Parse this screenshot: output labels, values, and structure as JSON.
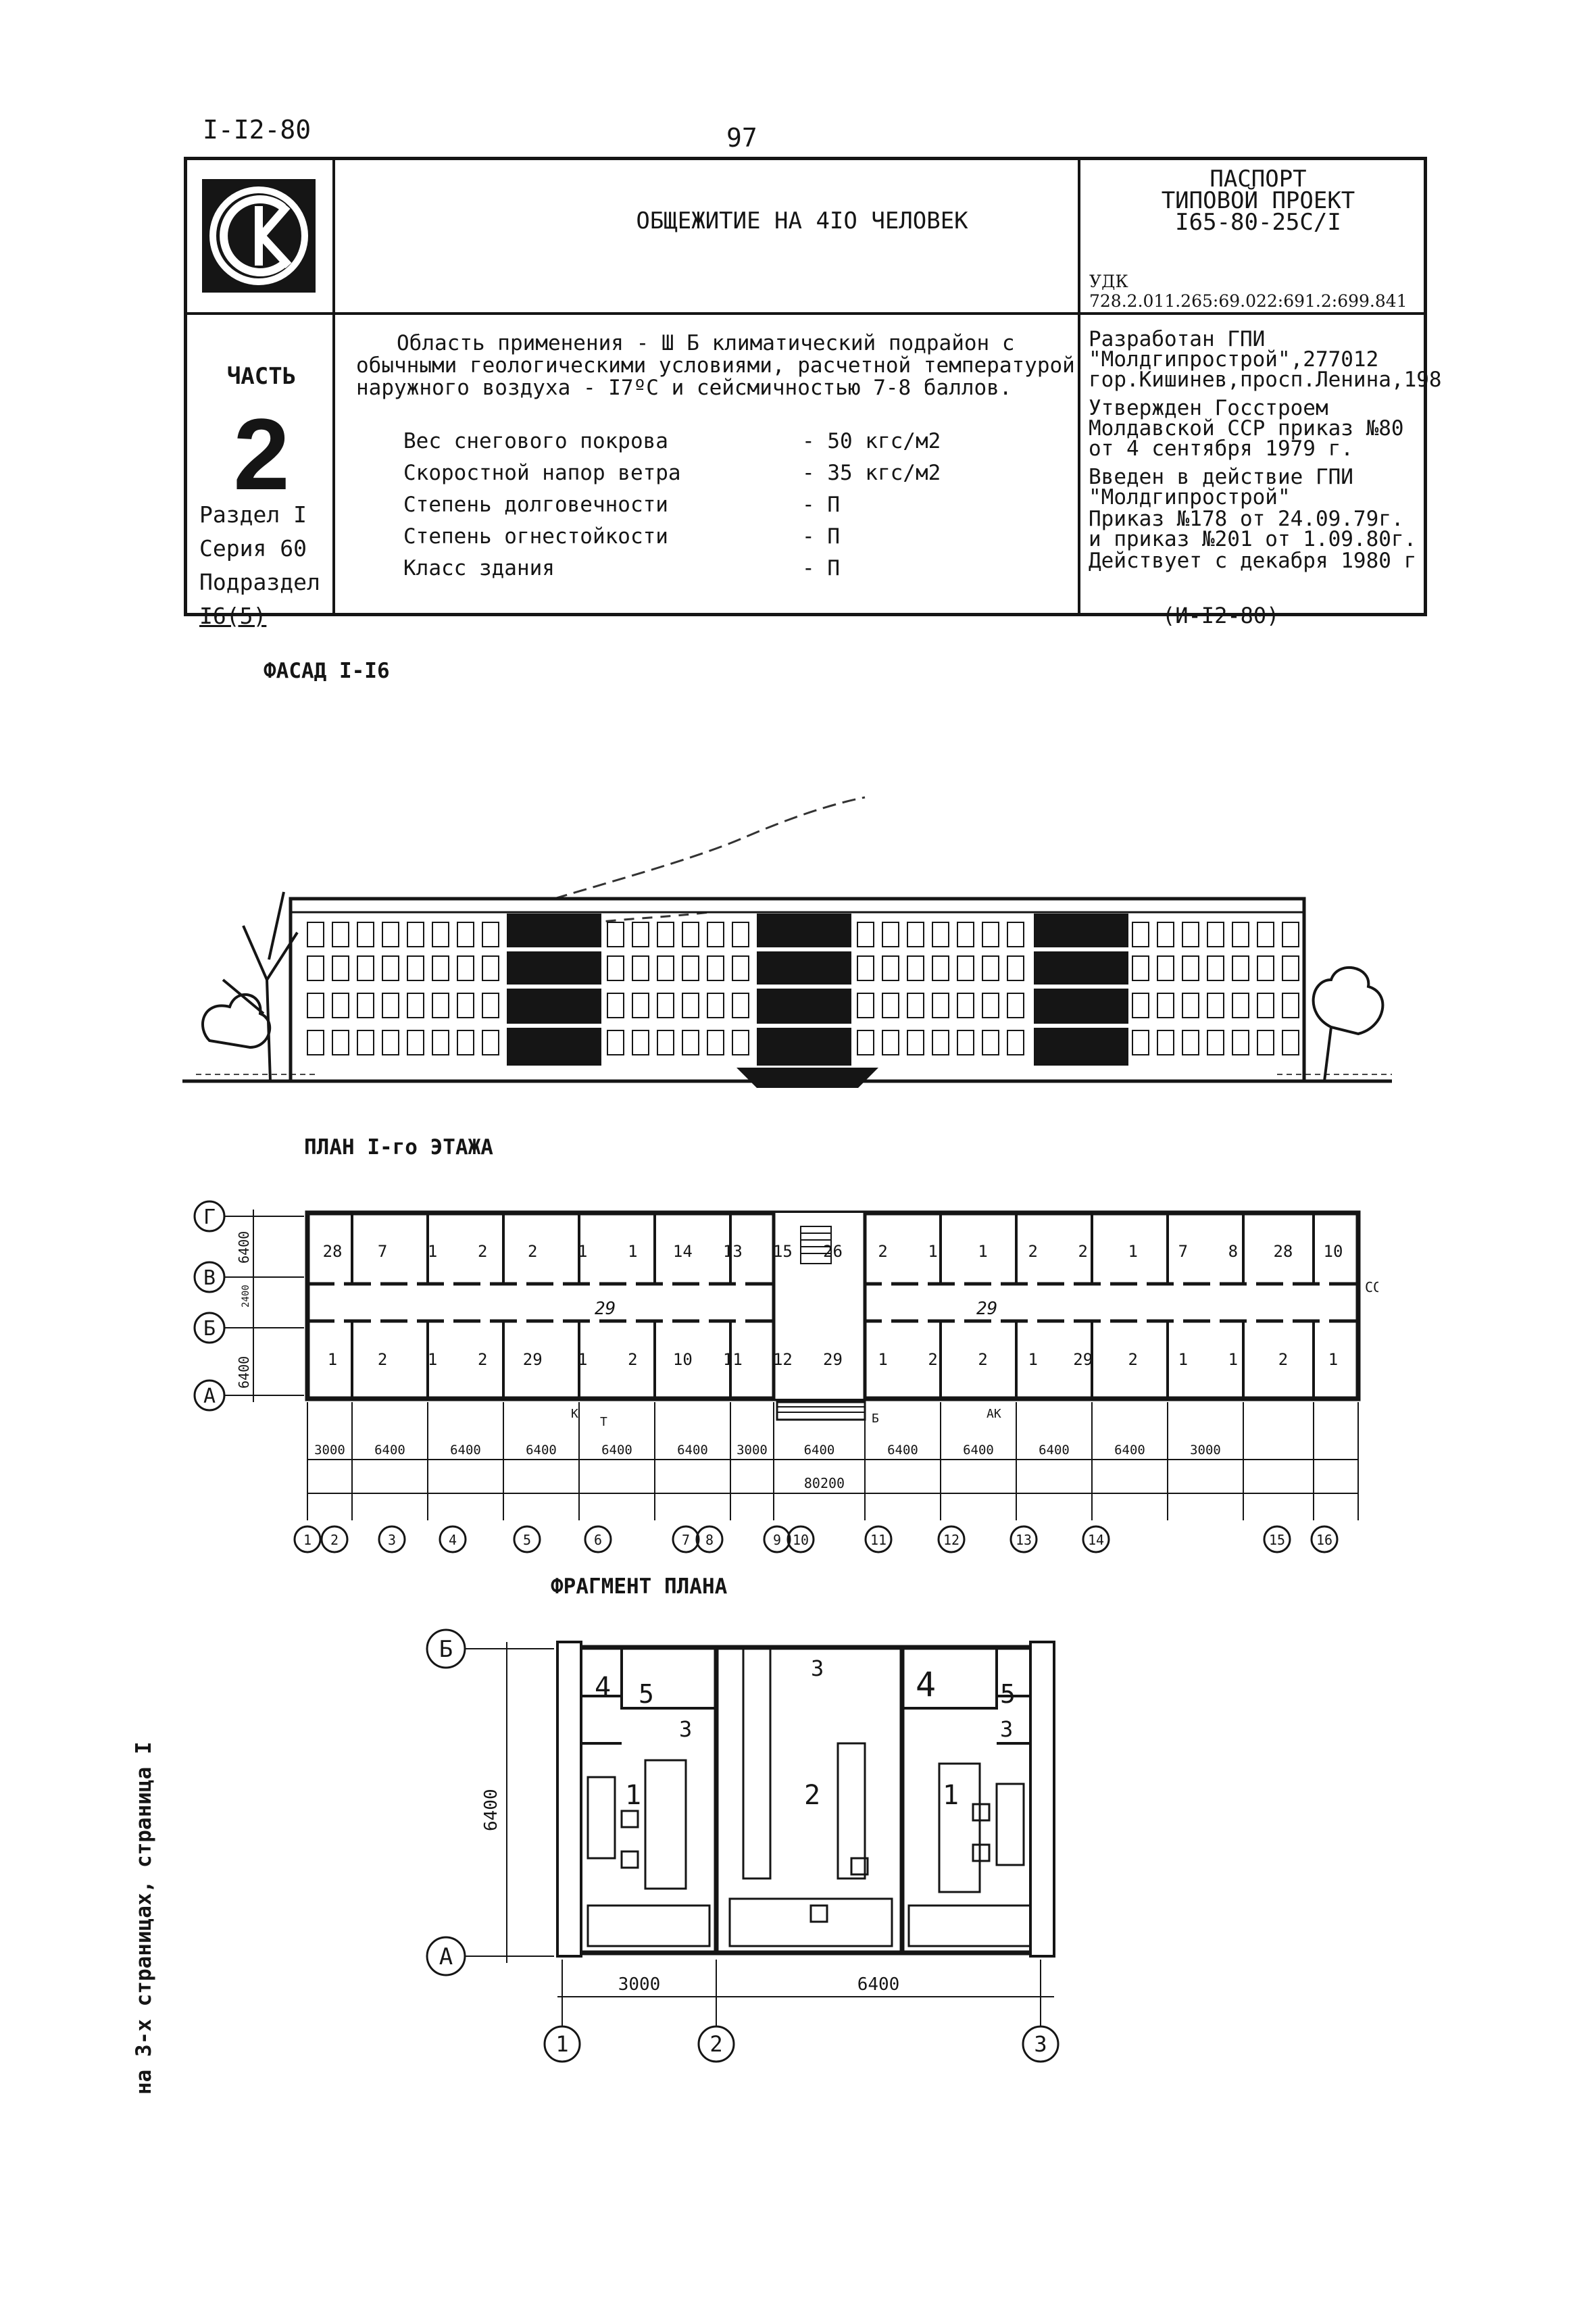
{
  "header": {
    "doc_code": "I-I2-80",
    "page_number": "97"
  },
  "passport": {
    "title": "ОБЩЕЖИТИЕ НА 4IO ЧЕЛОВЕК",
    "heading_lines": [
      "ПАСПОРТ",
      "ТИПОВОЙ ПРОЕКТ",
      "I65-80-25С/I"
    ],
    "udk": "УДК 728.2.011.265:69.022:691.2:699.841",
    "logo_text": "СК",
    "part_label": "ЧАСТЬ",
    "part_number": "2",
    "section_lines": [
      "Раздел I",
      "Серия 60",
      "Подраздел",
      "I6(5)"
    ],
    "application": "Область применения - Ш Б климатический подрайон с обычными геологическими условиями, расчетной температурой наружного воздуха - I7ºС и сейсмичностью 7-8 баллов.",
    "params": [
      {
        "name": "Вес снегового покрова",
        "value": "- 50 кгс/м2"
      },
      {
        "name": "Скоростной напор ветра",
        "value": "- 35 кгс/м2"
      },
      {
        "name": "Степень долговечности",
        "value": "- П"
      },
      {
        "name": "Степень огнестойкости",
        "value": "- П"
      },
      {
        "name": "Класс здания",
        "value": "- П"
      }
    ],
    "developed": "Разработан ГПИ \"Молдгипрострой\",277012 гор.Кишинев,просп.Ленина,198",
    "approved": "Утвержден Госстроем Молдавской ССР приказ №80 от 4 сентября 1979 г.",
    "introduced": "Введен в действие ГПИ \"Молдгипрострой\"",
    "orders": "Приказ №178 от 24.09.79г. и приказ №201 от 1.09.80г.",
    "effective": "Действует с декабря 1980 г",
    "code": "(И-I2-80)"
  },
  "facade": {
    "title": "ФАСАД I-I6"
  },
  "plan": {
    "title": "ПЛАН I-го ЭТАЖА",
    "row_axes": [
      "Г",
      "В",
      "Б",
      "А"
    ],
    "row_dims": [
      "6400",
      "2400",
      "6400"
    ],
    "col_axes": [
      "1",
      "2",
      "3",
      "4",
      "5",
      "6",
      "7",
      "8",
      "9",
      "10",
      "11",
      "12",
      "13",
      "14",
      "15",
      "16"
    ],
    "col_dims": [
      "3000",
      "6400",
      "6400",
      "6400",
      "6400",
      "6400",
      "3000",
      "6400",
      "6400",
      "6400",
      "6400",
      "6400",
      "3000"
    ],
    "total": "80200",
    "rooms_top": [
      "28",
      "7",
      "1",
      "2",
      "2",
      "1",
      "1",
      "14",
      "13",
      "15",
      "26",
      "2",
      "1",
      "1",
      "2",
      "2",
      "1",
      "7",
      "8",
      "28",
      "10"
    ],
    "rooms_bottom": [
      "1",
      "2",
      "1",
      "2",
      "29",
      "1",
      "2",
      "10",
      "11",
      "12",
      "29",
      "1",
      "2",
      "2",
      "1",
      "29",
      "2",
      "1",
      "1",
      "2",
      "1"
    ],
    "corridor": "29",
    "marks": [
      "СС",
      "К",
      "Т",
      "Б",
      "АК"
    ]
  },
  "fragment": {
    "title": "ФРАГМЕНТ ПЛАНА",
    "row_axes": [
      "Б",
      "А"
    ],
    "col_axes": [
      "1",
      "2",
      "3"
    ],
    "height_dim": "6400",
    "col_dims": [
      "3000",
      "6400"
    ],
    "rooms": [
      "4",
      "5",
      "3",
      "1",
      "2",
      "3",
      "4",
      "5",
      "3",
      "1"
    ]
  },
  "side_note": "на 3-х страницах, страница I"
}
